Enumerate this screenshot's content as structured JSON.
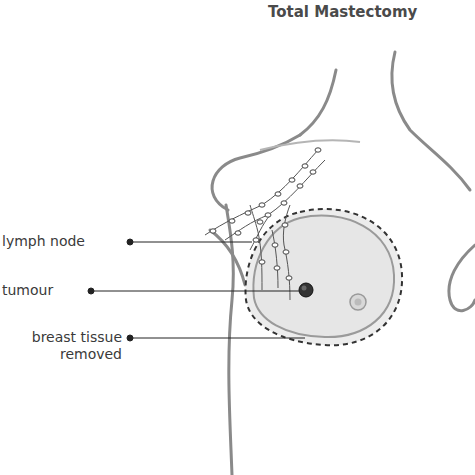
{
  "diagram": {
    "title": "Total Mastectomy",
    "labels": [
      "lymph node",
      "tumour",
      "breast tissue removed"
    ]
  }
}
